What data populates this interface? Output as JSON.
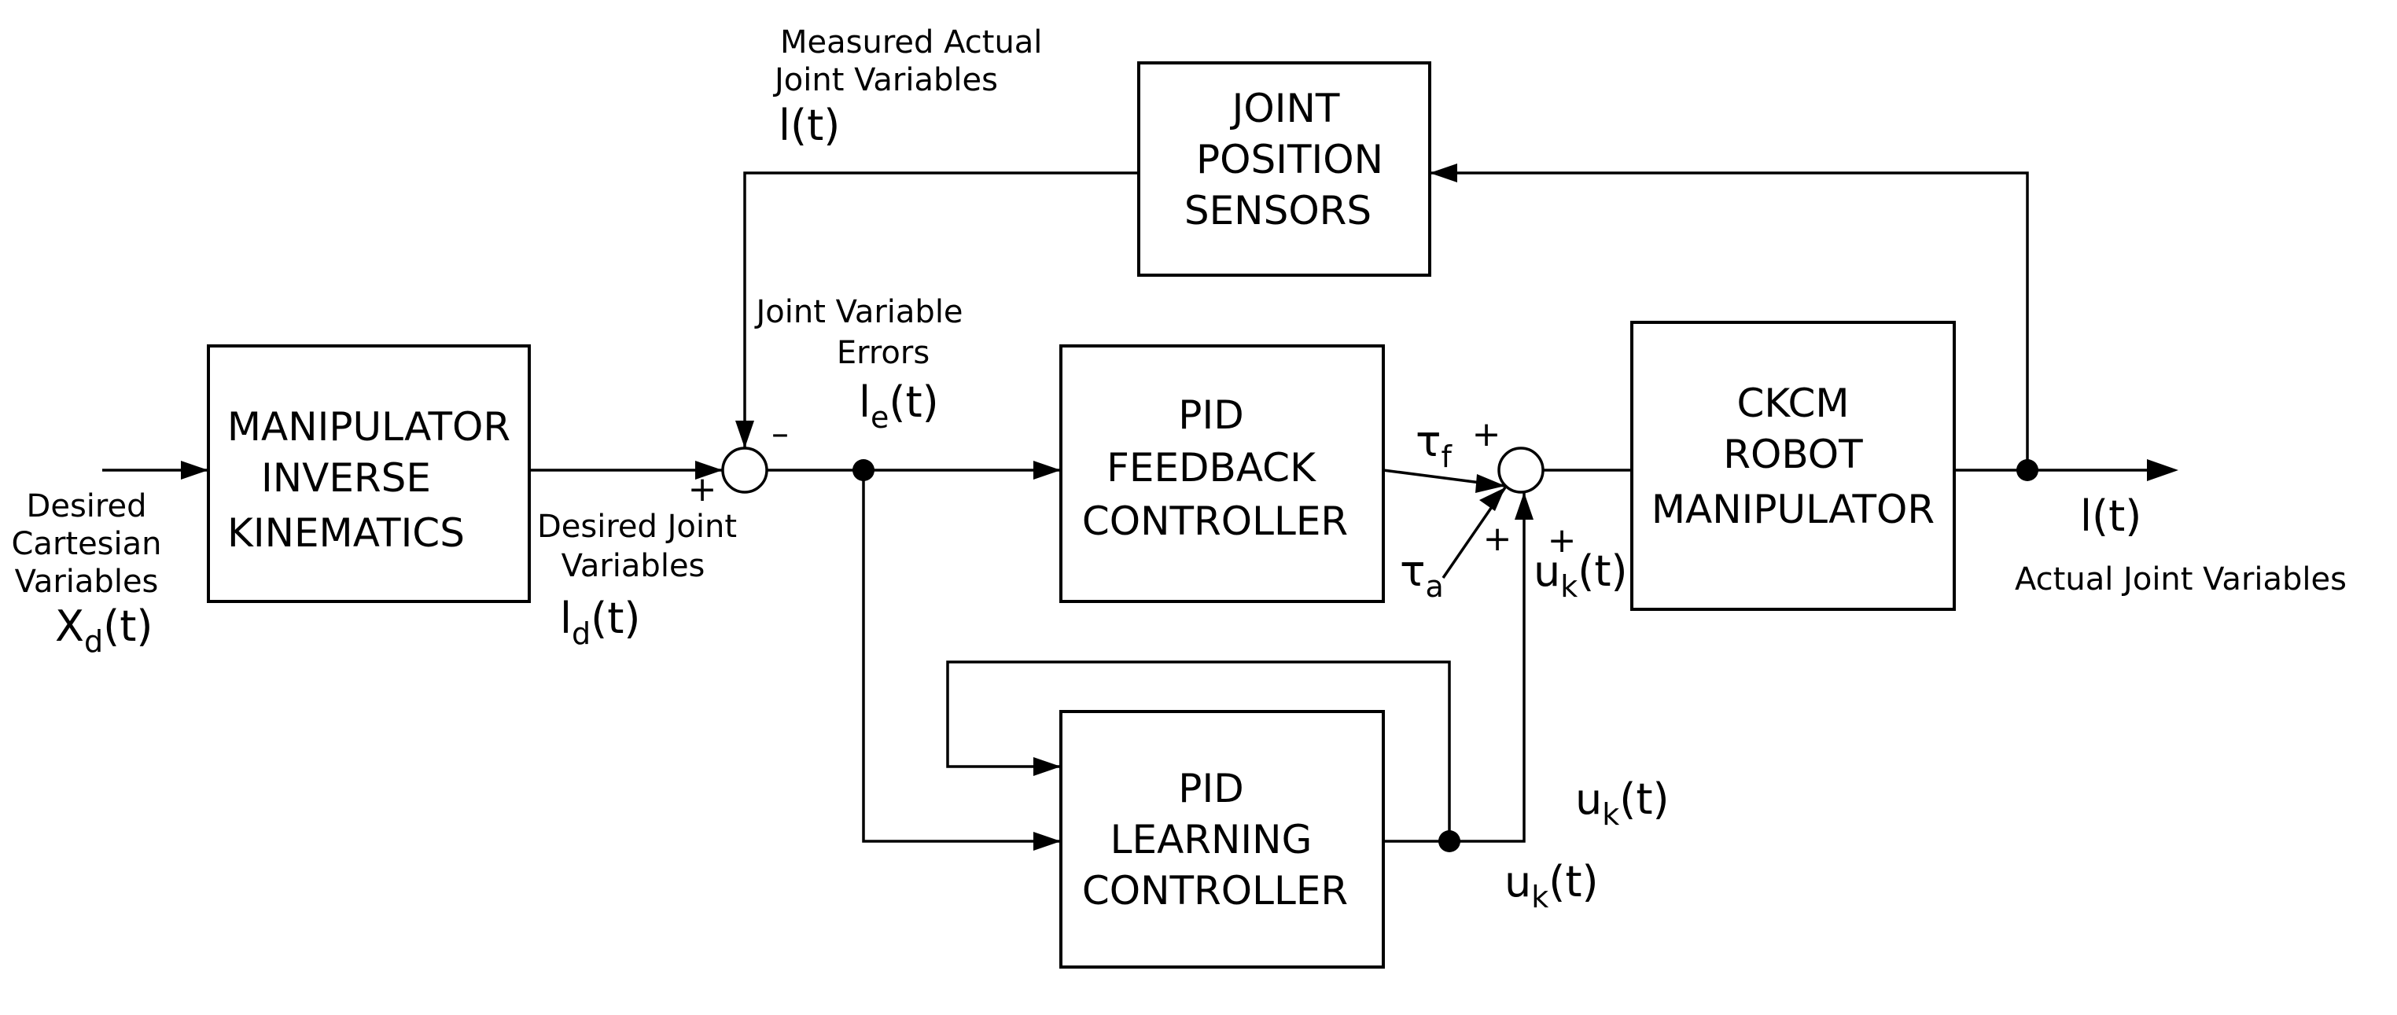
{
  "blocks": {
    "inverse_kinematics": [
      "MANIPULATOR",
      "INVERSE",
      "KINEMATICS"
    ],
    "pid_feedback": [
      "PID",
      "FEEDBACK",
      "CONTROLLER"
    ],
    "pid_learning": [
      "PID",
      "LEARNING",
      "CONTROLLER"
    ],
    "joint_sensors": [
      "JOINT",
      "POSITION",
      "SENSORS"
    ],
    "robot": [
      "CKCM",
      "ROBOT",
      "MANIPULATOR"
    ]
  },
  "annotations": {
    "desired_cartesian": [
      "Desired",
      "Cartesian",
      "Variables"
    ],
    "desired_joint": [
      "Desired Joint",
      "Variables"
    ],
    "measured": [
      "Measured Actual",
      "Joint Variables"
    ],
    "errors": [
      "Joint Variable",
      "Errors"
    ],
    "actual": "Actual Joint Variables"
  },
  "signals": {
    "xd": {
      "base": "X",
      "sub": "d",
      "rest": "(t)"
    },
    "ld": {
      "base": "l",
      "sub": "d",
      "rest": "(t)"
    },
    "le": {
      "base": "l",
      "sub": "e",
      "rest": "(t)"
    },
    "l_measured": "l(t)",
    "l_output": "l(t)",
    "tau_f": {
      "base": "τ",
      "sub": "f"
    },
    "tau_a": {
      "base": "τ",
      "sub": "a"
    },
    "uk_sum": {
      "base": "u",
      "sub": "k",
      "rest": "(t)"
    },
    "uk_right": {
      "base": "u",
      "sub": "k",
      "rest": "(t)"
    },
    "uk_bottom": {
      "base": "u",
      "sub": "k",
      "rest": "(t)"
    }
  },
  "signs": {
    "sum1_plus": "+",
    "sum1_minus": "–",
    "sum2_tau_f": "+",
    "sum2_tau_a": "+",
    "sum2_uk": "+"
  }
}
